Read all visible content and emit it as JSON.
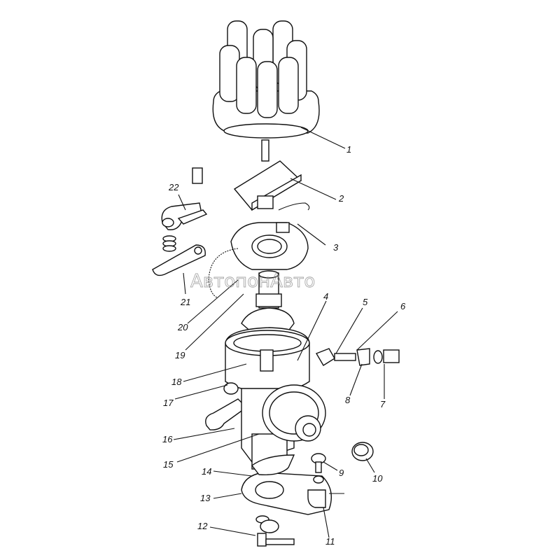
{
  "watermark": "АвтопонАвто",
  "callouts": [
    {
      "id": "1",
      "label": "1"
    },
    {
      "id": "2",
      "label": "2"
    },
    {
      "id": "3",
      "label": "3"
    },
    {
      "id": "4",
      "label": "4"
    },
    {
      "id": "5",
      "label": "5"
    },
    {
      "id": "6",
      "label": "6"
    },
    {
      "id": "7",
      "label": "7"
    },
    {
      "id": "8",
      "label": "8"
    },
    {
      "id": "9",
      "label": "9"
    },
    {
      "id": "10",
      "label": "10"
    },
    {
      "id": "11",
      "label": "11"
    },
    {
      "id": "12",
      "label": "12"
    },
    {
      "id": "13",
      "label": "13"
    },
    {
      "id": "14",
      "label": "14"
    },
    {
      "id": "15",
      "label": "15"
    },
    {
      "id": "16",
      "label": "16"
    },
    {
      "id": "17",
      "label": "17"
    },
    {
      "id": "18",
      "label": "18"
    },
    {
      "id": "19",
      "label": "19"
    },
    {
      "id": "20",
      "label": "20"
    },
    {
      "id": "21",
      "label": "21"
    },
    {
      "id": "22",
      "label": "22"
    }
  ]
}
